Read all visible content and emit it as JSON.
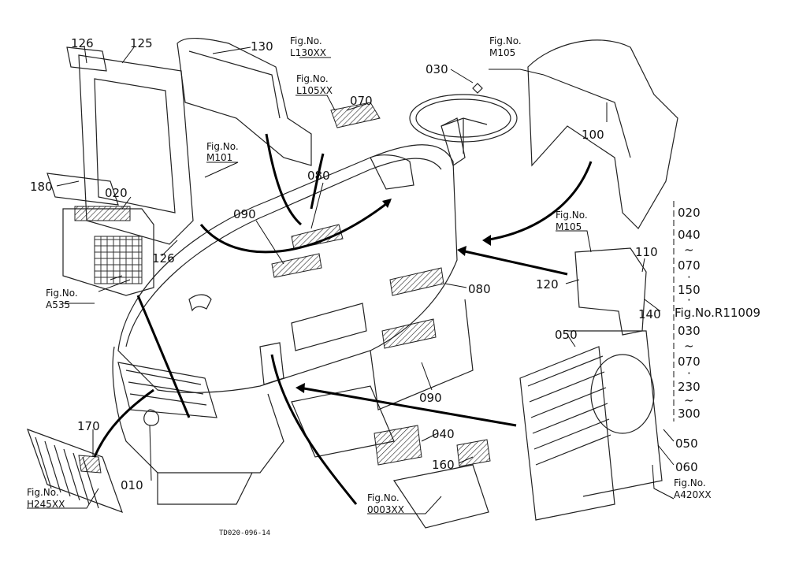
{
  "drawing_code": "TD020-096-14",
  "part_numbers": [
    "010",
    "020",
    "030",
    "040",
    "050",
    "060",
    "070",
    "080",
    "090",
    "100",
    "110",
    "120",
    "126",
    "130",
    "140",
    "160",
    "170",
    "180",
    "125"
  ],
  "figure_refs": [
    {
      "prefix": "Fig.No.",
      "ref": "L130XX"
    },
    {
      "prefix": "Fig.No.",
      "ref": "L105XX"
    },
    {
      "prefix": "Fig.No.",
      "ref": "M105"
    },
    {
      "prefix": "Fig.No.",
      "ref": "M101"
    },
    {
      "prefix": "Fig.No.",
      "ref": "A535"
    },
    {
      "prefix": "Fig.No.",
      "ref": "M105"
    },
    {
      "prefix": "Fig.No.",
      "ref": "H245XX"
    },
    {
      "prefix": "Fig.No.",
      "ref": "0003XX"
    },
    {
      "prefix": "Fig.No.",
      "ref": "A420XX"
    }
  ],
  "range_list": {
    "items": [
      "020",
      "040",
      "~",
      "070",
      "·",
      "150",
      "·",
      "030",
      "~",
      "070",
      "·",
      "230",
      "~",
      "300"
    ],
    "fig_label": "Fig.No.R11009"
  },
  "labels": {
    "l126a": "126",
    "l125": "125",
    "l130": "130",
    "l070": "070",
    "l030": "030",
    "l100": "100",
    "l180": "180",
    "l020": "020",
    "l090a": "090",
    "l080a": "080",
    "l126b": "126",
    "l120": "120",
    "l110": "110",
    "l140": "140",
    "l080b": "080",
    "l090b": "090",
    "l050a": "050",
    "l050b": "050",
    "l060": "060",
    "l040": "040",
    "l160": "160",
    "l170": "170",
    "l010": "010"
  }
}
